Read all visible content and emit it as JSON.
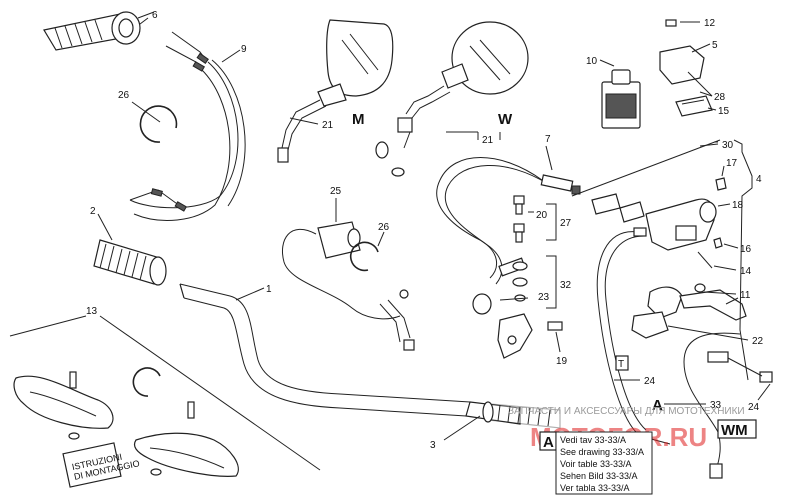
{
  "callouts": {
    "n1": "1",
    "n2": "2",
    "n3": "3",
    "n4": "4",
    "n5": "5",
    "n6": "6",
    "n7": "7",
    "n9": "9",
    "n10": "10",
    "n11": "11",
    "n12": "12",
    "n13": "13",
    "n14": "14",
    "n15": "15",
    "n16": "16",
    "n17": "17",
    "n18": "18",
    "n19": "19",
    "n20": "20",
    "n21a": "21",
    "n21b": "21",
    "n22": "22",
    "n23": "23",
    "n24a": "24",
    "n24b": "24",
    "n25": "25",
    "n26a": "26",
    "n26b": "26",
    "n27": "27",
    "n28": "28",
    "n30": "30",
    "n32": "32",
    "n33": "33"
  },
  "version_letters": {
    "m": "M",
    "w": "W",
    "t": "T",
    "a_small": "A",
    "a_box": "A",
    "wm": "WM"
  },
  "reference_box": {
    "lines": [
      "Vedi tav 33-33/A",
      "See drawing 33-33/A",
      "Voir table 33-33/A",
      "Sehen Bild 33-33/A",
      "Ver tabla 33-33/A"
    ]
  },
  "manual_label": {
    "line1": "ISTRUZIONI",
    "line2": "DI MONTAGGIO"
  },
  "watermark": {
    "text": "ЗАПЧАСТИ И АКСЕССУАРЫ ДЛЯ МОТОТЕХНИКИ",
    "logo": "MOTOFOR.RU"
  }
}
